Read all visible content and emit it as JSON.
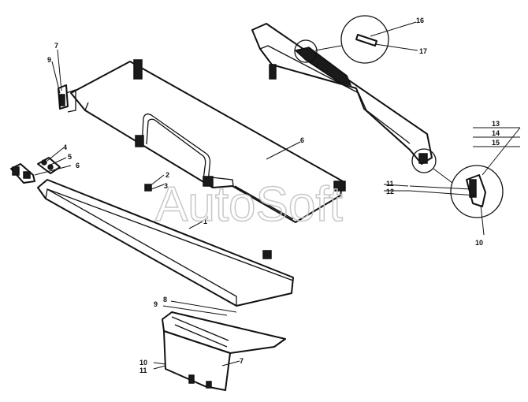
{
  "watermark": "AutoSoft",
  "callouts": {
    "c7_top": "7",
    "c9_top": "9",
    "c4": "4",
    "c5": "5",
    "c6_left": "6",
    "c2": "2",
    "c3": "3",
    "c1": "1",
    "c6_mid": "6",
    "c11_mid": "11",
    "c12_mid": "12",
    "c16": "16",
    "c17": "17",
    "c13": "13",
    "c14": "14",
    "c15": "15",
    "c10_right": "10",
    "c8": "8",
    "c9_bottom": "9",
    "c10_bottom": "10",
    "c11_bottom": "11",
    "c7_bottom": "7"
  }
}
